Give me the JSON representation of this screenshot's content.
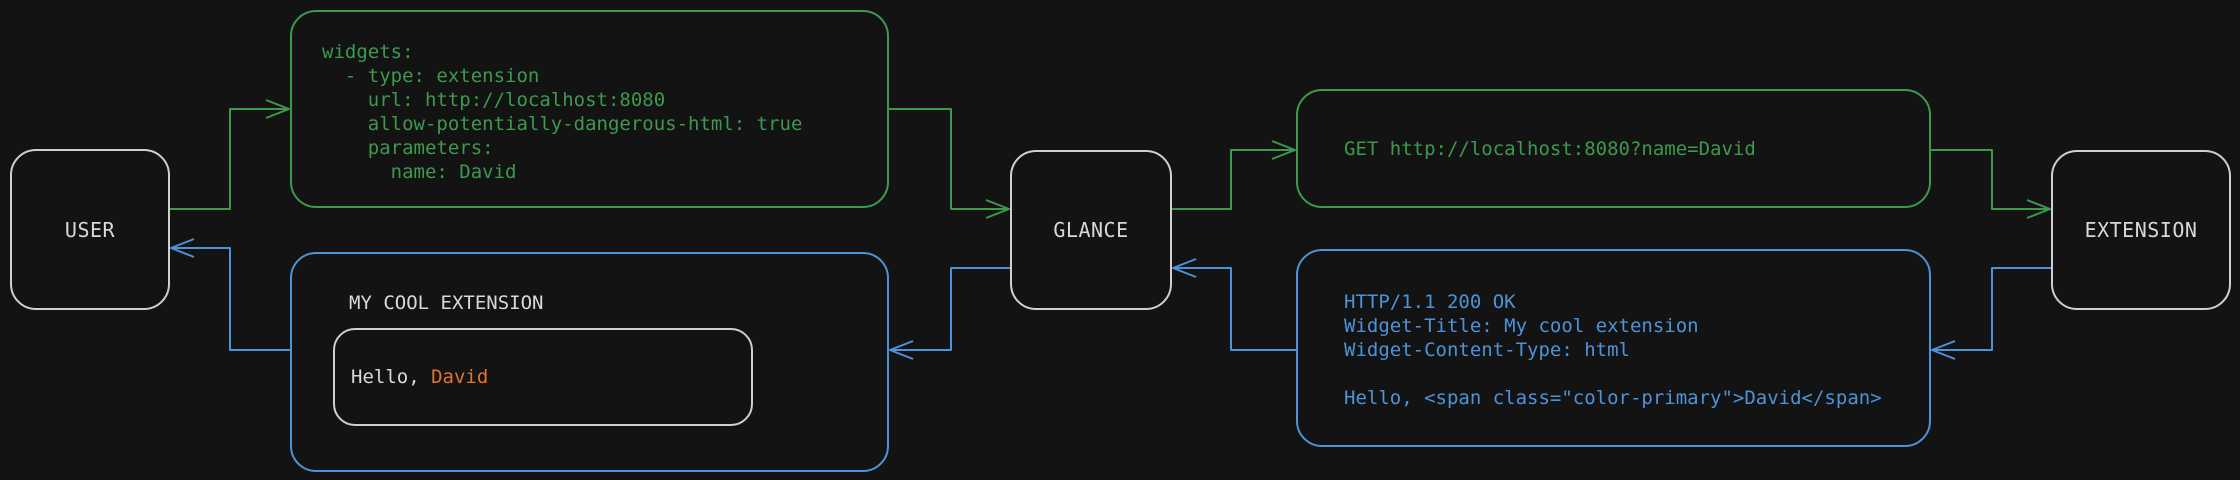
{
  "colors": {
    "background": "#131313",
    "green": "#3b9a4c",
    "blue": "#4d93d8",
    "orange": "#e1752e",
    "light": "#d9d9d9",
    "node_border": "#cfcfcf"
  },
  "nodes": {
    "user": {
      "label": "USER"
    },
    "glance": {
      "label": "GLANCE"
    },
    "extension": {
      "label": "EXTENSION"
    }
  },
  "boxes": {
    "widget_config": {
      "lines": [
        "widgets:",
        "  - type: extension",
        "    url: http://localhost:8080",
        "    allow-potentially-dangerous-html: true",
        "    parameters:",
        "      name: David"
      ]
    },
    "http_request": {
      "line": "GET http://localhost:8080?name=David"
    },
    "http_response": {
      "lines": [
        "HTTP/1.1 200 OK",
        "Widget-Title: My cool extension",
        "Widget-Content-Type: html",
        "",
        "Hello, <span class=\"color-primary\">David</span>"
      ]
    },
    "widget_preview": {
      "title": "MY COOL EXTENSION",
      "greeting_prefix": "Hello, ",
      "greeting_name": "David"
    }
  }
}
